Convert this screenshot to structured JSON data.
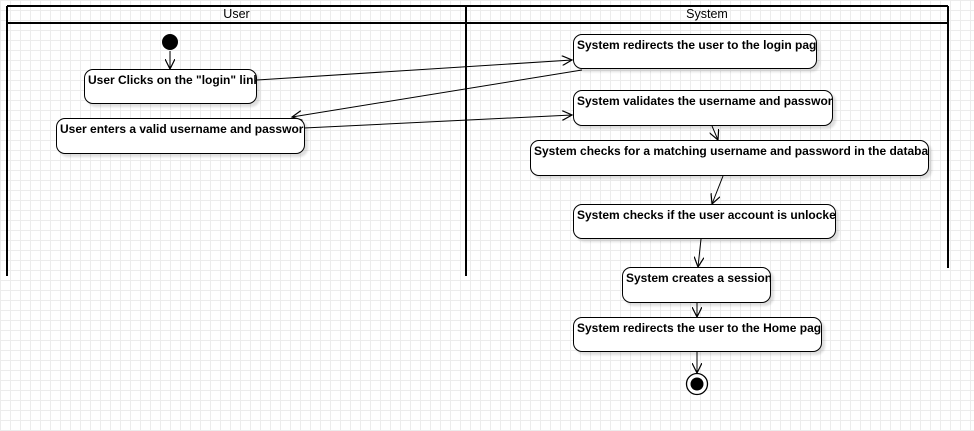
{
  "lanes": {
    "user": "User",
    "system": "System"
  },
  "nodes": {
    "click_login": "User Clicks on the \"login\" link",
    "enter_credentials": "User enters a valid username and password",
    "redirect_login": "System redirects the user to the login page",
    "validate": "System validates the username and password",
    "check_database": "System checks for a matching username and password in the database",
    "check_unlocked": "System checks if the user account is unlocked",
    "create_session": "System creates a session",
    "redirect_home": "System redirects the user to the Home page"
  }
}
